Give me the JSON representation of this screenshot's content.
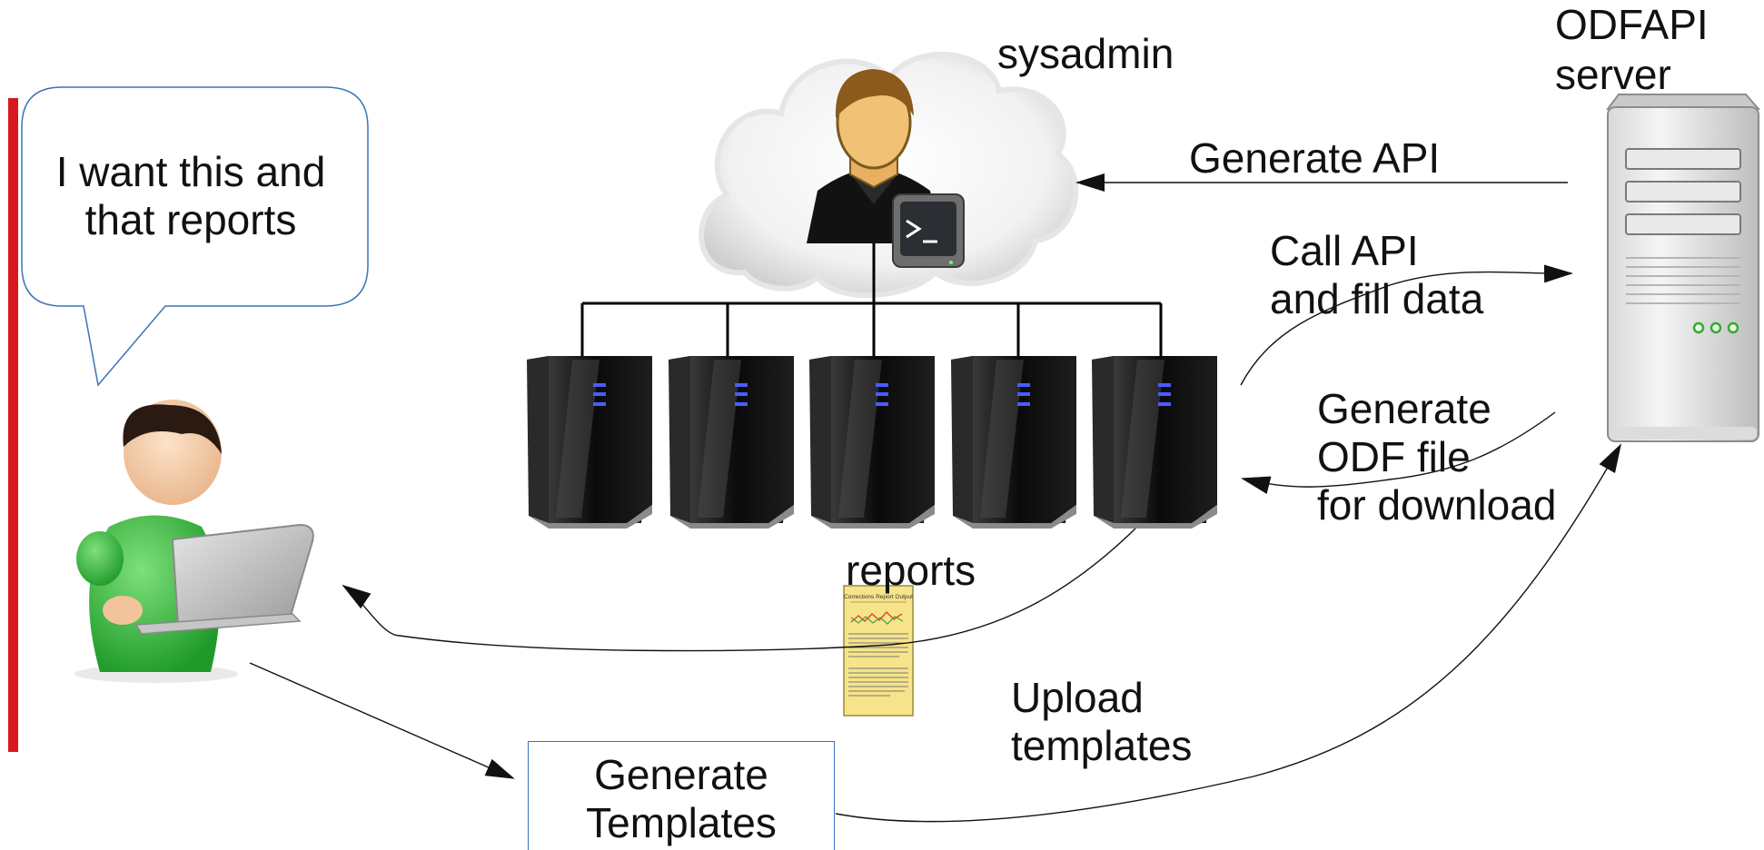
{
  "labels": {
    "speech_bubble": [
      "I want this and",
      "that reports"
    ],
    "sysadmin": "sysadmin",
    "server": [
      "ODFAPI",
      "server"
    ],
    "generate_api": "Generate API",
    "call_api": [
      "Call API",
      "and fill data"
    ],
    "generate_odf": [
      "Generate",
      "ODF file",
      "for download"
    ],
    "reports": "reports",
    "upload_templates": [
      "Upload",
      "templates"
    ],
    "generate_templates": [
      "Generate",
      "Templates"
    ]
  },
  "report_doc": {
    "title": "Corrections Report Output"
  },
  "colors": {
    "accent_red": "#d7191f",
    "bubble_border": "#3b73b9",
    "box_border": "#3b73b9",
    "shirt_green": "#2fae3a",
    "server_dark": "#111111",
    "led_green": "#33cc33",
    "doc_yellow": "#f7e48a"
  }
}
